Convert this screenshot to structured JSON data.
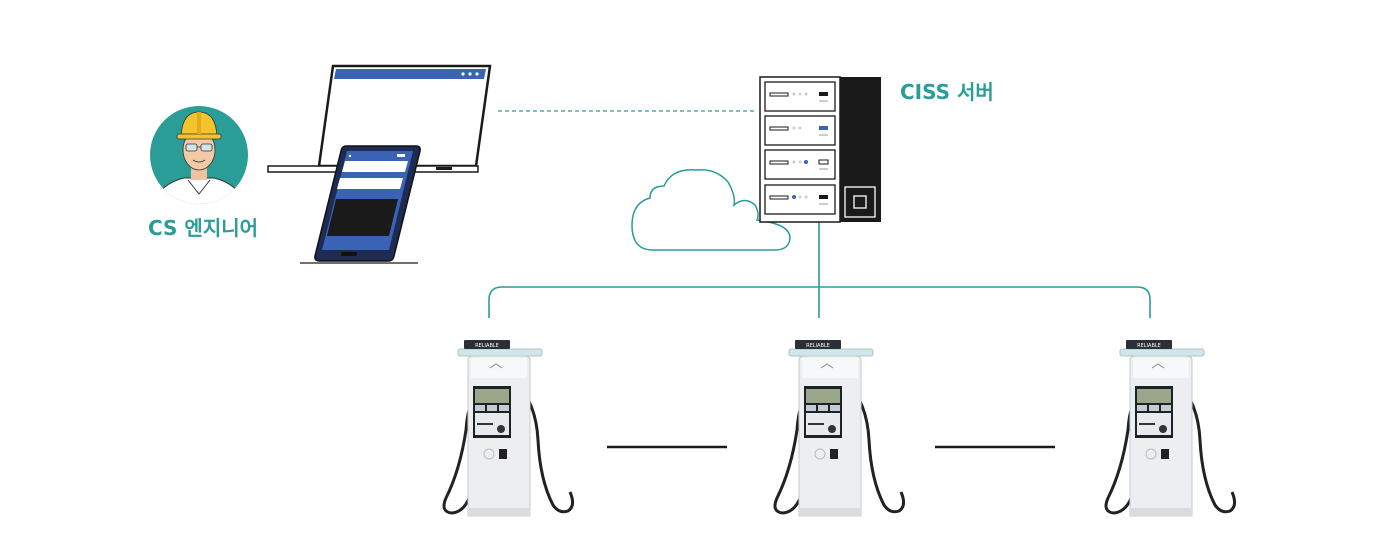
{
  "labels": {
    "engineer": "CS 엔지니어",
    "server": "CISS 서버"
  },
  "charger": {
    "brand_plate": "RELIABLE",
    "count": 3
  },
  "colors": {
    "accent": "#2a9d96",
    "monitor_bar": "#3a62b5",
    "server_black": "#1a1a1a",
    "charger_body": "#eceeef",
    "cable": "#222222"
  },
  "icons": {
    "engineer": "engineer-avatar-icon",
    "monitor": "monitor-icon",
    "tablet": "tablet-icon",
    "cloud": "cloud-icon",
    "server": "server-rack-icon",
    "charger": "ev-charger-icon"
  }
}
